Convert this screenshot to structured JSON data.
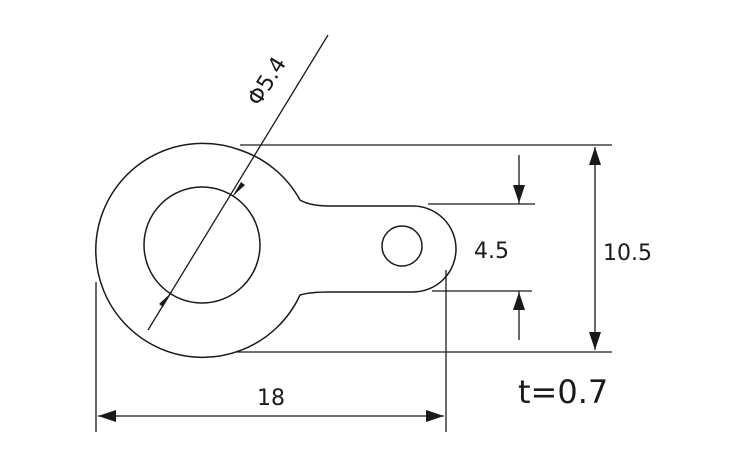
{
  "diagram": {
    "dimensions": {
      "hole_diameter": "Φ5.4",
      "tab_width": "4.5",
      "overall_height": "10.5",
      "overall_length": "18",
      "thickness": "t=0.7"
    }
  }
}
